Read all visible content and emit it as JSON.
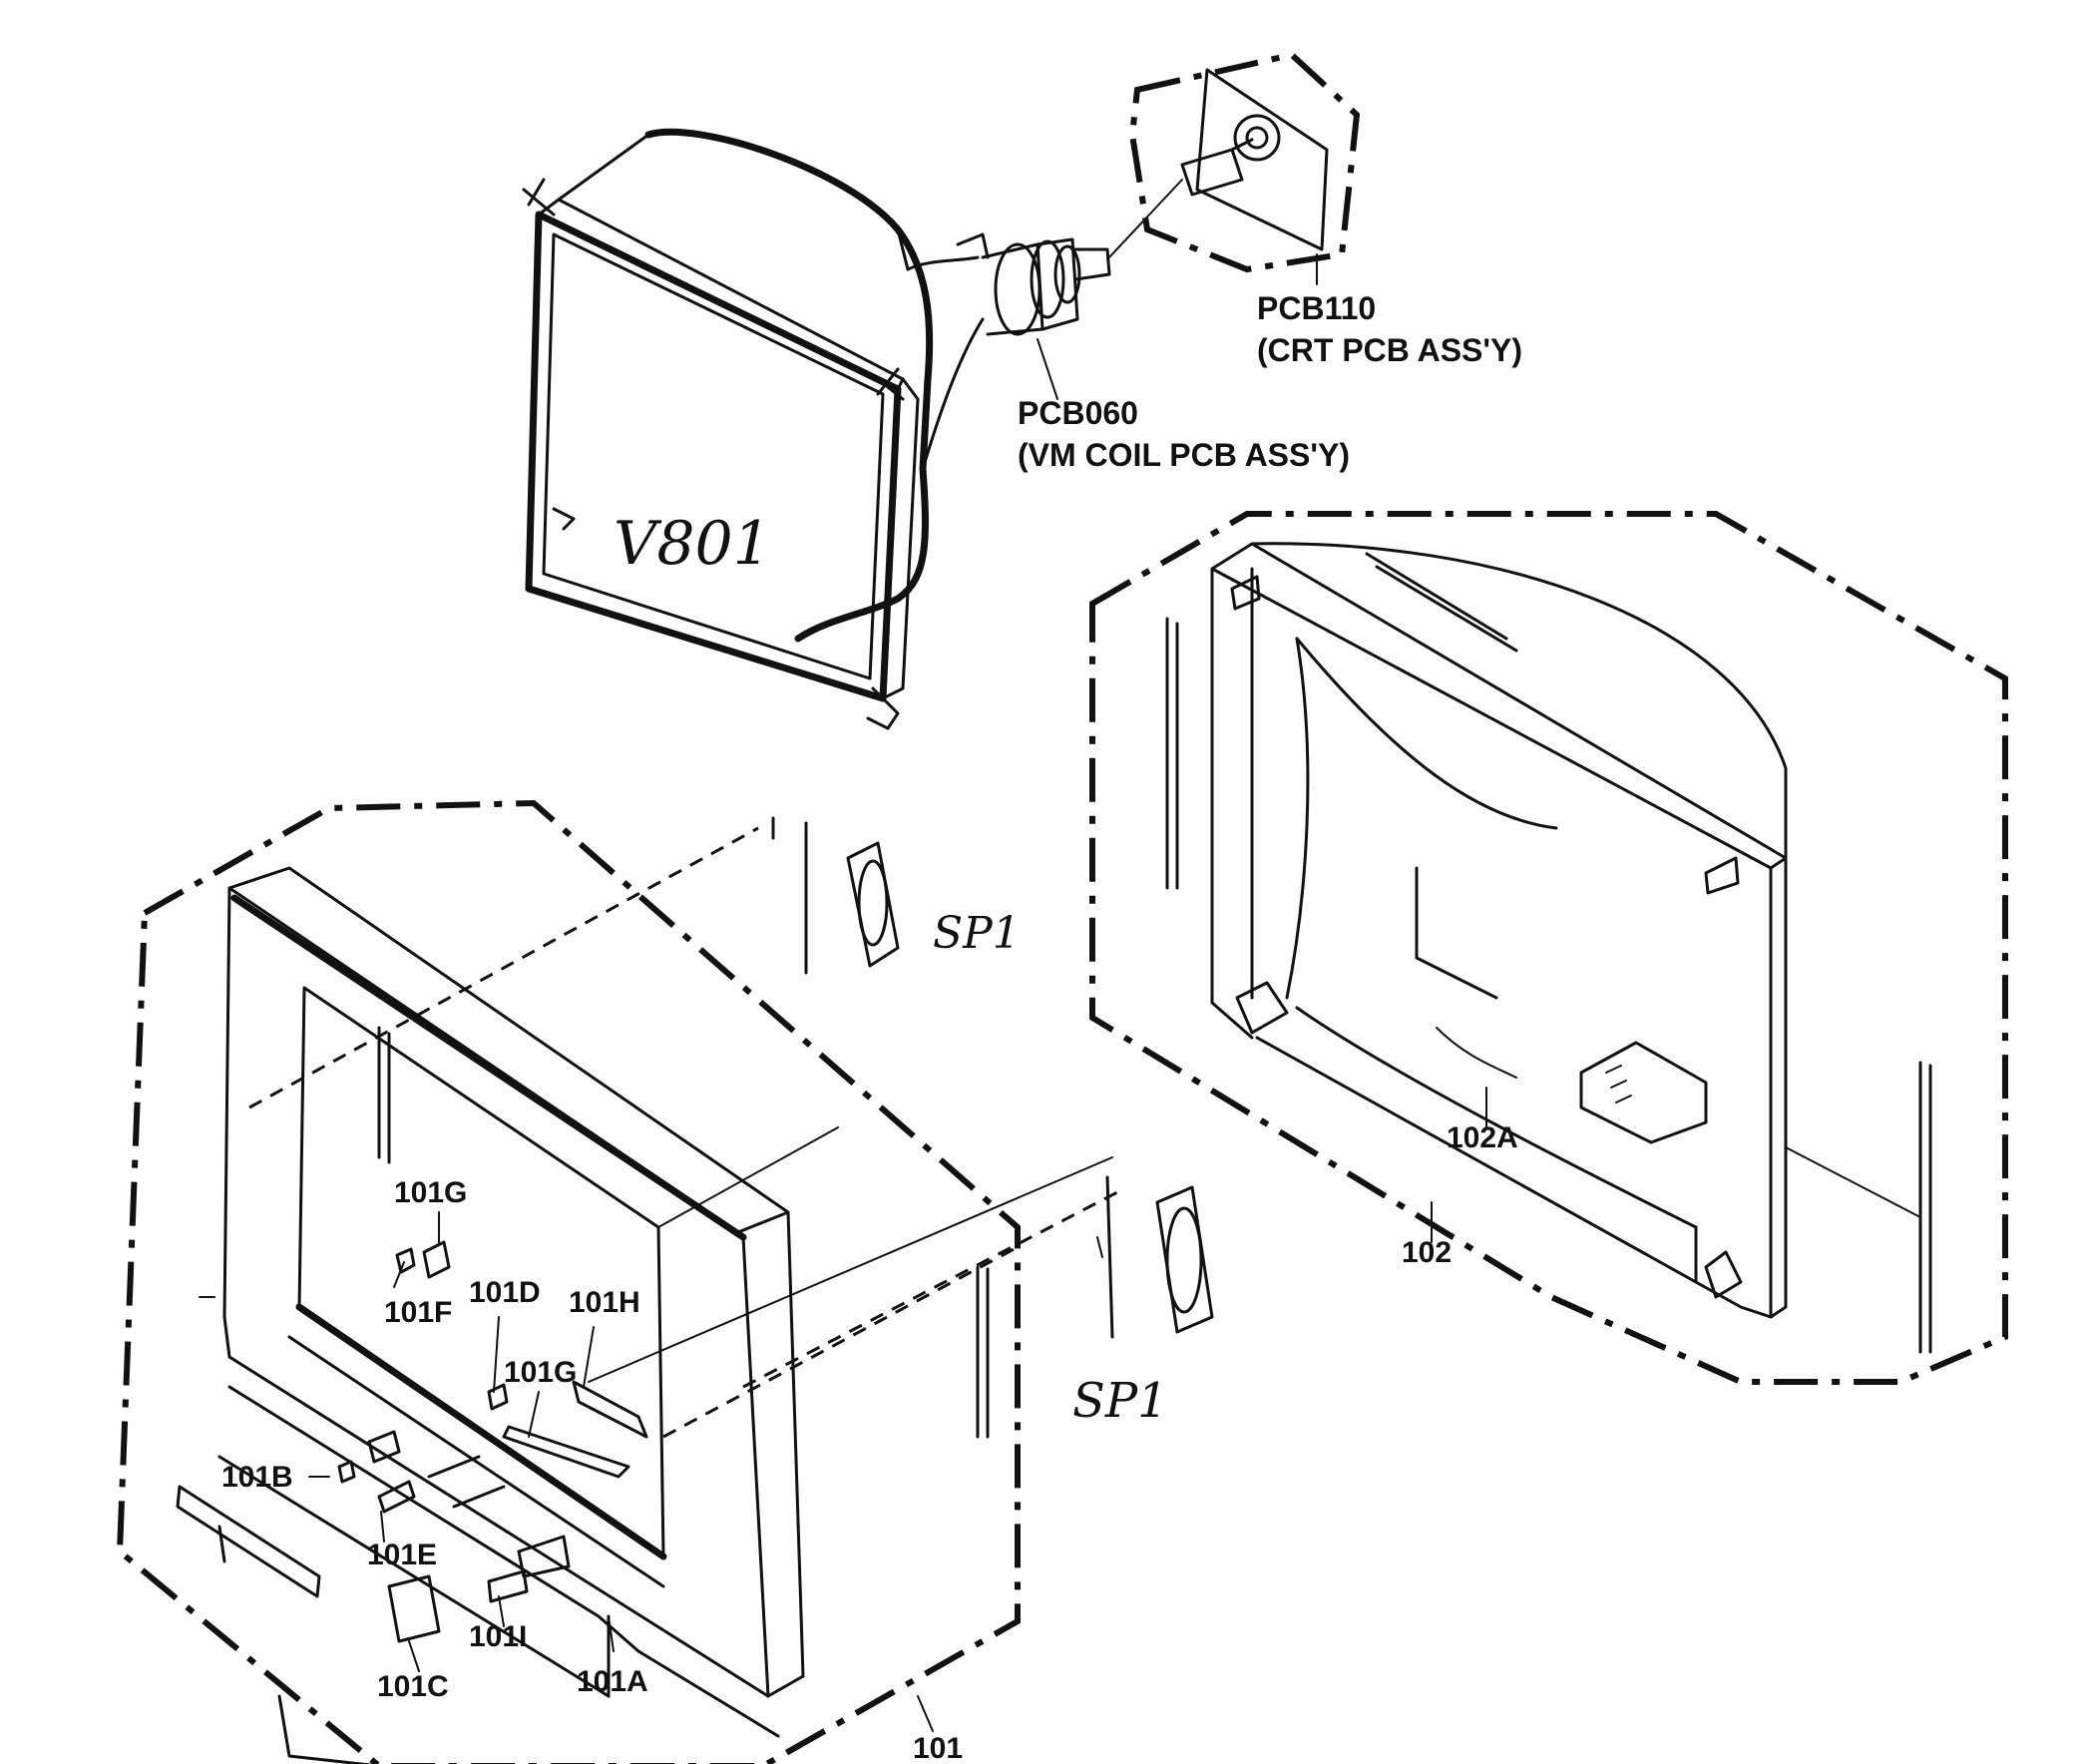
{
  "diagram": {
    "labels": {
      "pcb110": "PCB110",
      "pcb110_desc": "(CRT PCB ASS'Y)",
      "pcb060": "PCB060",
      "pcb060_desc": "(VM COIL PCB ASS'Y)",
      "v801": "V801",
      "sp1_top": "SP1",
      "sp1_bottom": "SP1",
      "p102a": "102A",
      "p102": "102",
      "p101g_upper": "101G",
      "p101f": "101F",
      "p101d": "101D",
      "p101h": "101H",
      "p101g_lower": "101G",
      "p101b": "101B",
      "p101e": "101E",
      "p101c": "101C",
      "p101i": "101I",
      "p101a": "101A",
      "p101": "101"
    }
  }
}
